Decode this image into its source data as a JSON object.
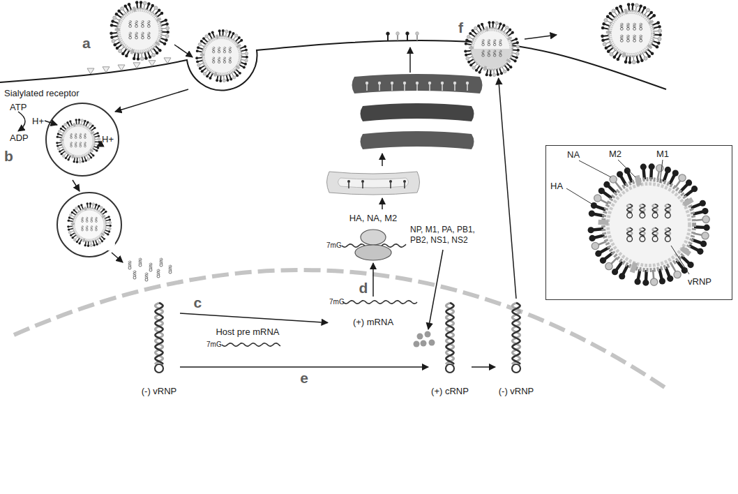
{
  "diagram": {
    "nodes": [
      {
        "text": [
          "f"
        ]
      },
      {
        "text": [
          "NA",
          "M2",
          "M1",
          "HA",
          "vRNP"
        ]
      },
      {
        "text": [
          "HA, NA, M2"
        ]
      },
      {
        "text": [
          "(+) mRNA"
        ]
      },
      {
        "text": [
          "Host pre mRNA"
        ]
      },
      {
        "text": [
          "(-) vRNP"
        ]
      },
      {
        "text": [
          "(+) cRNP"
        ]
      },
      {
        "text": [
          "(-) vRNP"
        ]
      }
    ],
    "edges": [
      {
        "from": 5,
        "to": 3,
        "label": "c",
        "arrow": "to"
      },
      {
        "from": 3,
        "to": 2,
        "label": "d",
        "arrow": "to"
      },
      {
        "from": 5,
        "to": 6,
        "label": "e",
        "arrow": "to"
      },
      {
        "from": 6,
        "to": 7,
        "arrow": "to"
      },
      {
        "from": 7,
        "to": 0,
        "arrow": "to"
      }
    ],
    "labels": [
      "a",
      "Sialylated receptor",
      "b",
      "ATP",
      "H+",
      "ADP",
      "H+",
      "7mG",
      "7mG",
      "7mG",
      "NP, M1, PA, PB1, PB2, NS1, NS2"
    ]
  }
}
